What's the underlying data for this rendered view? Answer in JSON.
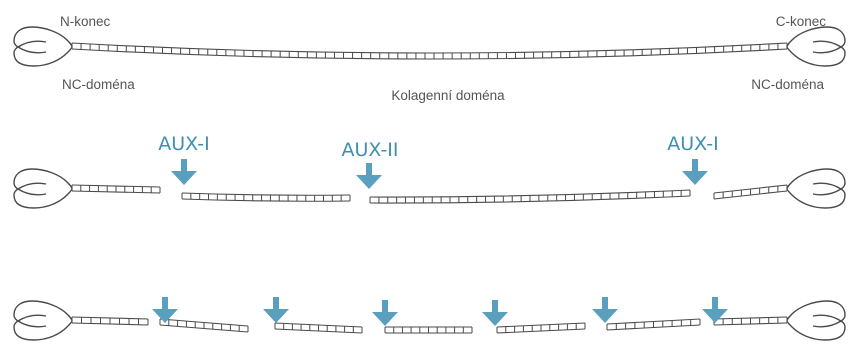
{
  "labels": {
    "n_end": "N-konec",
    "c_end": "C-konec",
    "nc_domain_left": "NC-doména",
    "nc_domain_right": "NC-doména",
    "collagen_domain": "Kolagenní doména"
  },
  "aux": {
    "aux1_left": "AUX-I",
    "aux2": "AUX-II",
    "aux1_right": "AUX-I"
  },
  "colors": {
    "arrow": "#5aa0be",
    "aux_text": "#3f8fb0",
    "outline": "#4a4a4a",
    "label_text": "#555555"
  }
}
